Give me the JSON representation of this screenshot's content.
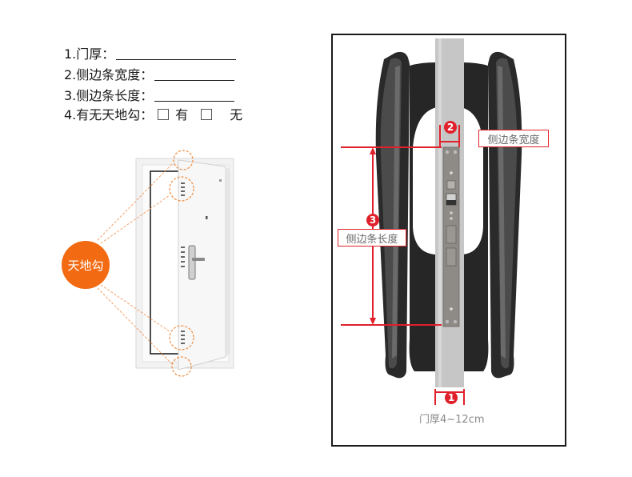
{
  "form": {
    "items": [
      {
        "label": "1.门厚："
      },
      {
        "label": "2.侧边条宽度："
      },
      {
        "label": "3.侧边条长度："
      },
      {
        "label": "4.有无天地勾："
      }
    ],
    "options": [
      {
        "label": "有",
        "checked": false
      },
      {
        "label": "无",
        "checked": false
      }
    ]
  },
  "door_illustration": {
    "badge_label": "天地勾",
    "badge_color": "#f26a12",
    "callout_count": 4
  },
  "lock_diagram": {
    "markers": [
      {
        "number": "1",
        "caption": "门厚4~12cm"
      },
      {
        "number": "2",
        "label": "侧边条宽度"
      },
      {
        "number": "3",
        "label": "侧边条长度"
      }
    ],
    "accent_color": "#e0202a"
  }
}
